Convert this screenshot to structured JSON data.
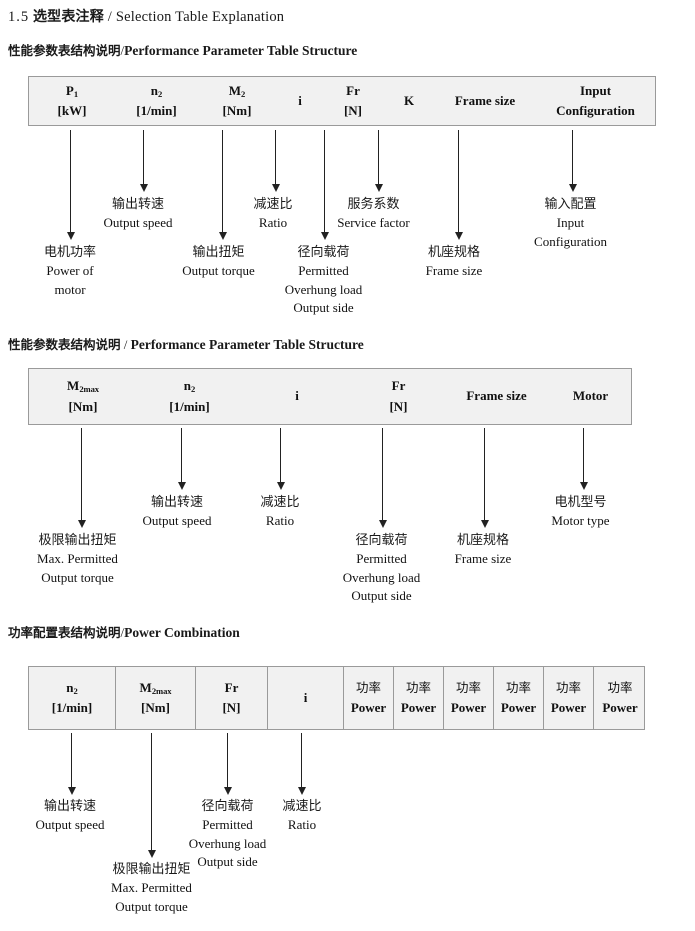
{
  "title": {
    "number": "1.5",
    "cn": "选型表注释",
    "sep": "/",
    "en": "Selection Table Explanation"
  },
  "sections": [
    {
      "heading": {
        "cn": "性能参数表结构说明",
        "sep": "/",
        "en": "Performance Parameter Table Structure"
      },
      "table": {
        "columns": [
          {
            "line1": "P",
            "sub1": "1",
            "line2": "[kW]"
          },
          {
            "line1": "n",
            "sub1": "2",
            "line2": "[1/min]"
          },
          {
            "line1": "M",
            "sub1": "2",
            "line2": "[Nm]"
          },
          {
            "line1": "i",
            "sub1": "",
            "line2": ""
          },
          {
            "line1": "Fr",
            "sub1": "",
            "line2": "[N]"
          },
          {
            "line1": "K",
            "sub1": "",
            "line2": ""
          },
          {
            "line1": "Frame size",
            "sub1": "",
            "line2": ""
          },
          {
            "line1": "Input",
            "sub1": "",
            "line2": "Configuration"
          }
        ]
      },
      "notes": [
        {
          "cn": "电机功率",
          "en": [
            "Power of",
            "motor"
          ]
        },
        {
          "cn": "输出转速",
          "en": [
            "Output speed"
          ]
        },
        {
          "cn": "输出扭矩",
          "en": [
            "Output torque"
          ]
        },
        {
          "cn": "减速比",
          "en": [
            "Ratio"
          ]
        },
        {
          "cn": "径向载荷",
          "en": [
            "Permitted",
            "Overhung load",
            "Output side"
          ]
        },
        {
          "cn": "服务系数",
          "en": [
            "Service factor"
          ]
        },
        {
          "cn": "机座规格",
          "en": [
            "Frame size"
          ]
        },
        {
          "cn": "输入配置",
          "en": [
            "Input",
            "Configuration"
          ]
        }
      ]
    },
    {
      "heading": {
        "cn": "性能参数表结构说明",
        "sep": "/",
        "en": "Performance Parameter Table Structure"
      },
      "table": {
        "columns": [
          {
            "line1": "M",
            "sub1": "2max",
            "line2": "[Nm]"
          },
          {
            "line1": "n",
            "sub1": "2",
            "line2": "[1/min]"
          },
          {
            "line1": "i",
            "sub1": "",
            "line2": ""
          },
          {
            "line1": "Fr",
            "sub1": "",
            "line2": "[N]"
          },
          {
            "line1": "Frame size",
            "sub1": "",
            "line2": ""
          },
          {
            "line1": "Motor",
            "sub1": "",
            "line2": ""
          }
        ]
      },
      "notes": [
        {
          "cn": "极限输出扭矩",
          "en": [
            "Max. Permitted",
            "Output  torque"
          ]
        },
        {
          "cn": "输出转速",
          "en": [
            "Output speed"
          ]
        },
        {
          "cn": "减速比",
          "en": [
            "Ratio"
          ]
        },
        {
          "cn": "径向载荷",
          "en": [
            "Permitted",
            "Overhung load",
            "Output side"
          ]
        },
        {
          "cn": "机座规格",
          "en": [
            "Frame size"
          ]
        },
        {
          "cn": "电机型号",
          "en": [
            "Motor type"
          ]
        }
      ]
    },
    {
      "heading": {
        "cn": "功率配置表结构说明",
        "sep": "/",
        "en": "Power Combination"
      },
      "table": {
        "columns": [
          {
            "line1": "n",
            "sub1": "2",
            "line2": "[1/min]"
          },
          {
            "line1": "M",
            "sub1": "2max",
            "line2": "[Nm]"
          },
          {
            "line1": "Fr",
            "sub1": "",
            "line2": "[N]"
          },
          {
            "line1": "i",
            "sub1": "",
            "line2": ""
          },
          {
            "line1": "功率",
            "sub1": "",
            "line2": "Power"
          },
          {
            "line1": "功率",
            "sub1": "",
            "line2": "Power"
          },
          {
            "line1": "功率",
            "sub1": "",
            "line2": "Power"
          },
          {
            "line1": "功率",
            "sub1": "",
            "line2": "Power"
          },
          {
            "line1": "功率",
            "sub1": "",
            "line2": "Power"
          },
          {
            "line1": "功率",
            "sub1": "",
            "line2": "Power"
          }
        ]
      },
      "notes": [
        {
          "cn": "输出转速",
          "en": [
            "Output speed"
          ]
        },
        {
          "cn": "极限输出扭矩",
          "en": [
            "Max. Permitted",
            "Output  torque"
          ]
        },
        {
          "cn": "径向载荷",
          "en": [
            "Permitted",
            "Overhung load",
            "Output side"
          ]
        },
        {
          "cn": "减速比",
          "en": [
            "Ratio"
          ]
        }
      ]
    }
  ]
}
